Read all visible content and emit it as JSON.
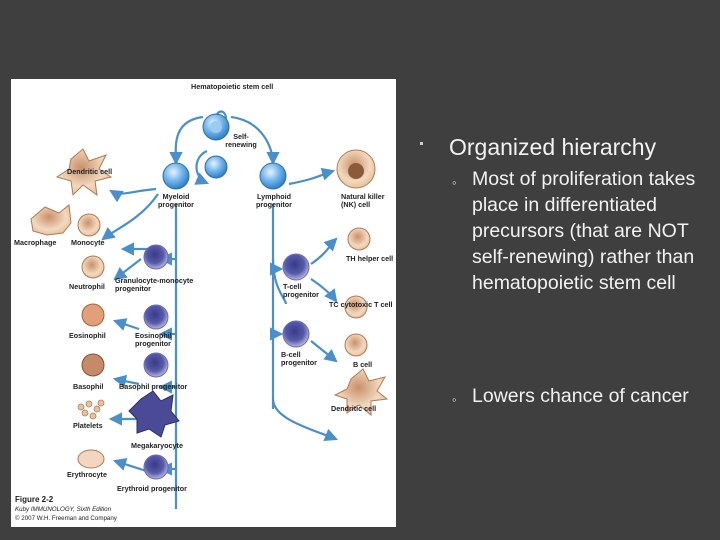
{
  "figure": {
    "labels": {
      "hsc": "Hematopoietic stem cell",
      "self_renewing": "Self-renewing",
      "dendritic_left": "Dendritic cell",
      "myeloid": "Myeloid progenitor",
      "lymphoid": "Lymphoid progenitor",
      "nk": "Natural killer (NK) cell",
      "macrophage": "Macrophage",
      "monocyte": "Monocyte",
      "neutrophil": "Neutrophil",
      "gm_progenitor": "Granulocyte-monocyte progenitor",
      "th_helper": "TH helper cell",
      "tcell_prog": "T-cell progenitor",
      "tc_cytotoxic": "TC cytotoxic T cell",
      "eosinophil": "Eosinophil",
      "eos_prog": "Eosinophil progenitor",
      "bcell_prog": "B-cell progenitor",
      "bcell": "B cell",
      "basophil": "Basophil",
      "baso_prog": "Basophil progenitor",
      "dendritic_right": "Dendritic cell",
      "platelets": "Platelets",
      "megakaryocyte": "Megakaryocyte",
      "erythrocyte": "Erythrocyte",
      "erythroid_prog": "Erythroid progenitor"
    },
    "caption": {
      "figure_number": "Figure 2-2",
      "book": "Kuby IMMUNOLOGY, Sixth Edition",
      "copyright": "© 2007 W.H. Freeman and Company"
    }
  },
  "content": {
    "heading": "Organized hierarchy",
    "points": [
      "Most of proliferation takes place in differentiated precursors (that are NOT self-renewing) rather than hematopoietic stem cell",
      "Lowers chance of cancer"
    ]
  }
}
